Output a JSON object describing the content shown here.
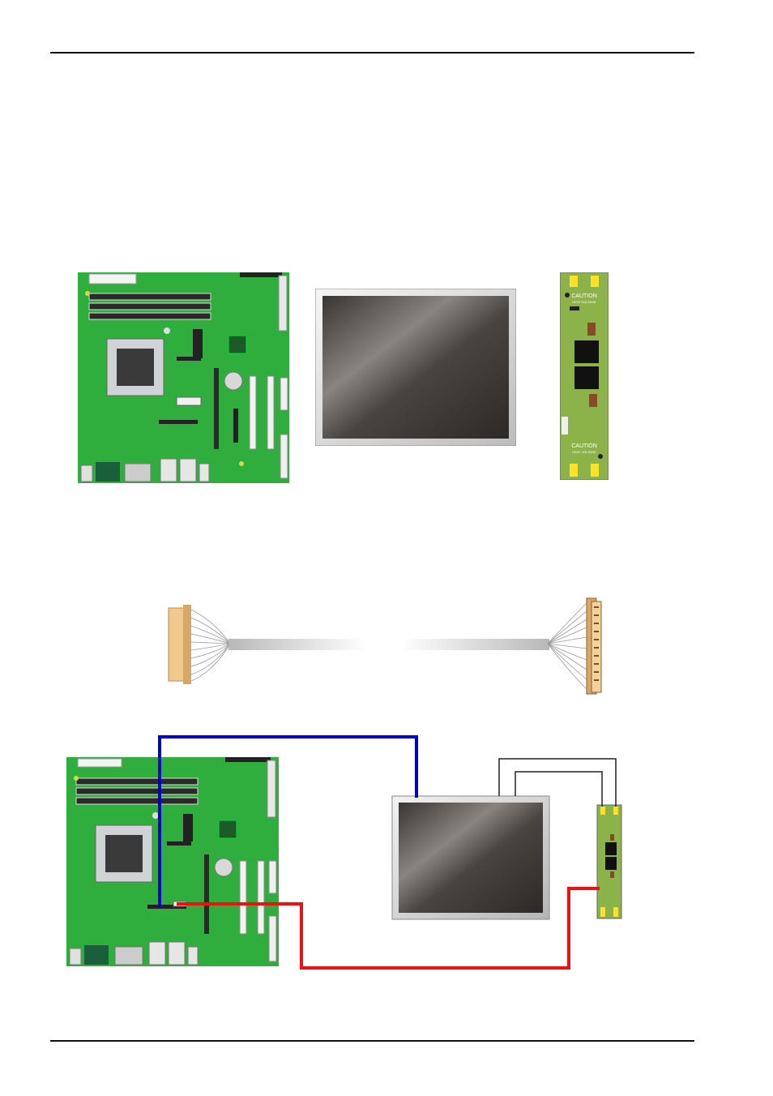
{
  "inverter": {
    "caution_top": "CAUTION",
    "caution_top_sub": "HIGH VOLTAGE",
    "caution_bottom": "CAUTION",
    "caution_bottom_sub": "HIGH VOLTAGE"
  },
  "colors": {
    "board_green": "#2fae3d",
    "lvds_wire": "#0000cc",
    "inverter_wire": "#ee1111",
    "backlight_wire": "#222222",
    "inverter_board": "#8cb34a"
  }
}
